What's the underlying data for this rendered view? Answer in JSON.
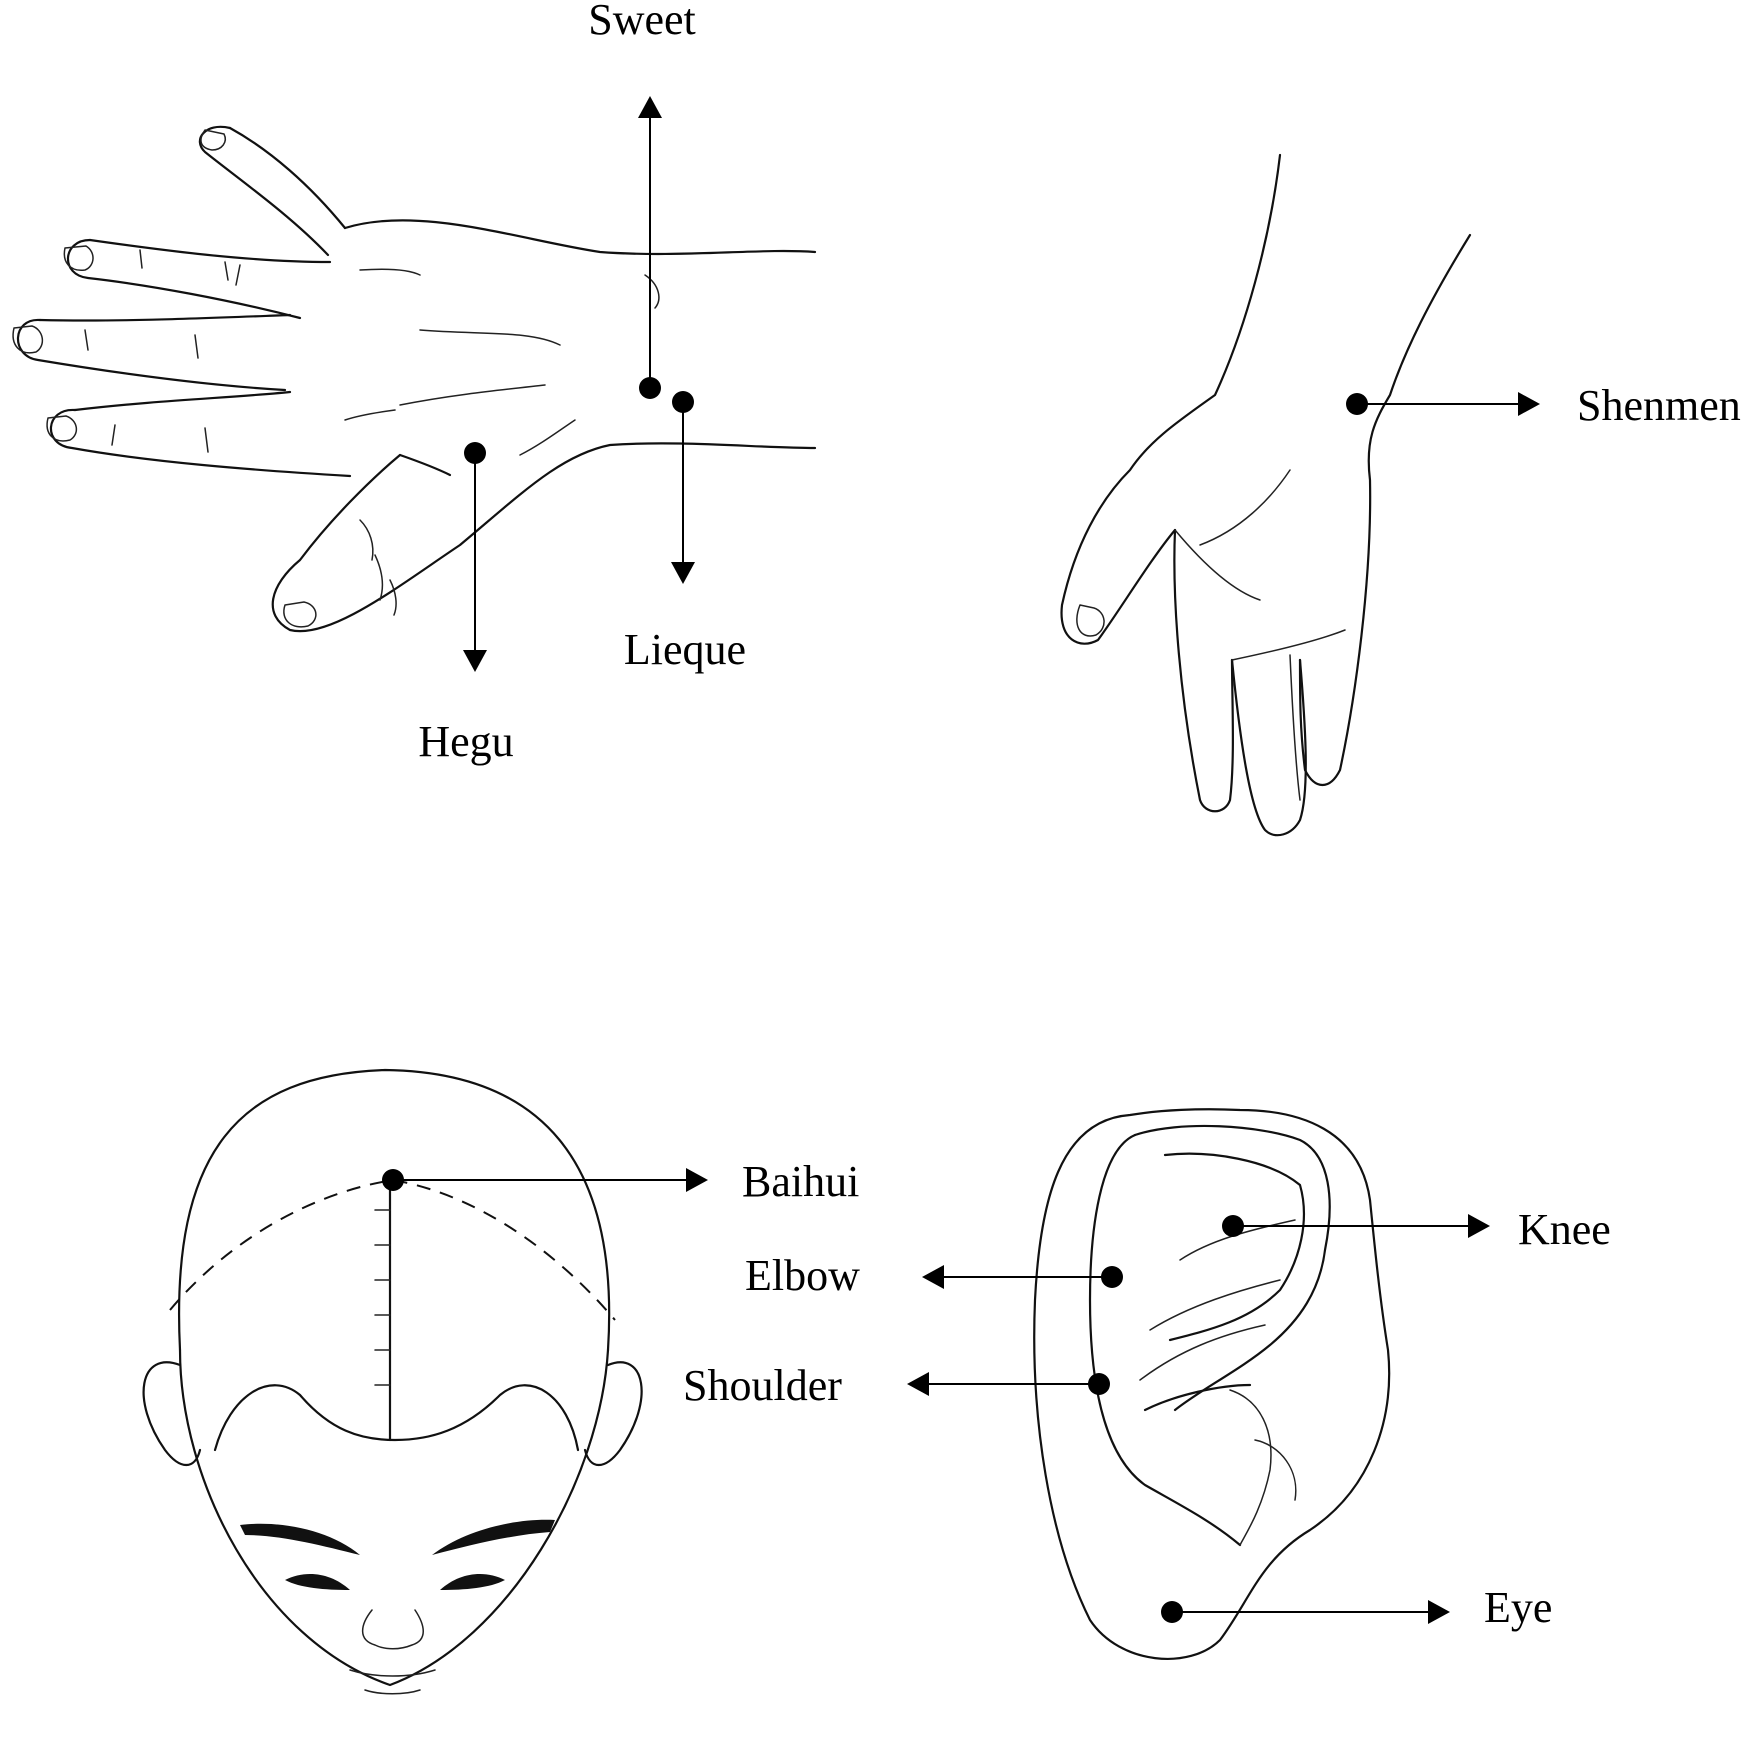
{
  "points": [
    {
      "id": "sweet",
      "label": "Sweet"
    },
    {
      "id": "lieque",
      "label": "Lieque"
    },
    {
      "id": "hegu",
      "label": "Hegu"
    },
    {
      "id": "shenmen",
      "label": "Shenmen"
    },
    {
      "id": "baihui",
      "label": "Baihui"
    },
    {
      "id": "elbow",
      "label": "Elbow"
    },
    {
      "id": "shoulder",
      "label": "Shoulder"
    },
    {
      "id": "knee",
      "label": "Knee"
    },
    {
      "id": "eye",
      "label": "Eye"
    }
  ],
  "colors": {
    "ink": "#111111",
    "background": "#ffffff"
  }
}
